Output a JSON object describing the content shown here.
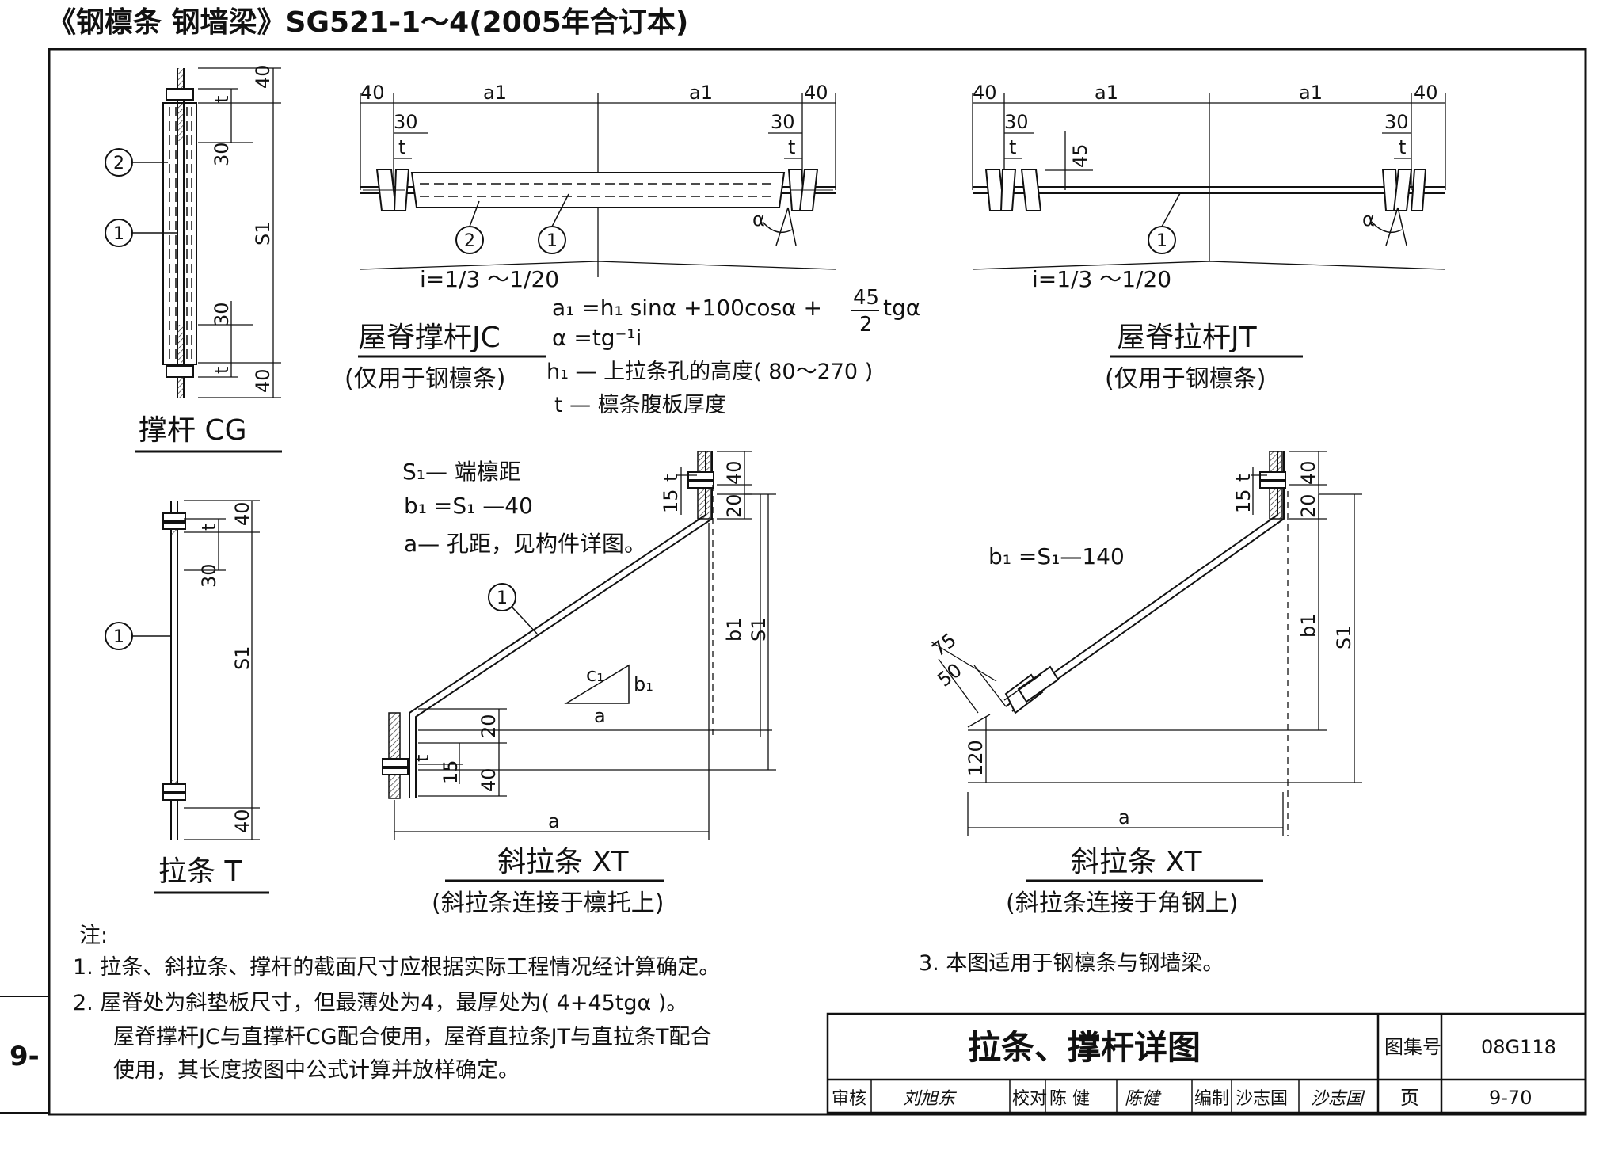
{
  "header": {
    "title": "《钢檩条  钢墙梁》SG521-1～4(2005年合订本)"
  },
  "side_tab": "9-",
  "common": {
    "dim_40": "40",
    "dim_30": "30",
    "dim_t": "t",
    "dim_20": "20",
    "dim_15": "15",
    "dim_s1": "S1",
    "dim_b1": "b1",
    "dim_a": "a",
    "dim_a1": "a1",
    "dim_alpha": "α",
    "mark_1": "1",
    "mark_2": "2"
  },
  "cg": {
    "title": "撑杆  CG"
  },
  "t_rod": {
    "title": "拉条  T"
  },
  "jc": {
    "slope": "i=1/3 ～1/20",
    "title": "屋脊撑杆JC",
    "subtitle": "(仅用于钢檩条)",
    "formula_a1": "a₁ =h₁ sinα +100cosα +",
    "formula_frac_num": "45",
    "formula_frac_den": "2",
    "formula_tg": "tgα",
    "formula_alpha": "α =tg⁻¹i",
    "formula_h1": "h₁ — 上拉条孔的高度( 80～270 )",
    "formula_t": "t  — 檩条腹板厚度"
  },
  "jt": {
    "dim_45": "45",
    "slope": "i=1/3 ～1/20",
    "title": "屋脊拉杆JT",
    "subtitle": "(仅用于钢檩条)"
  },
  "xt1": {
    "note_s1": "S₁— 端檩距",
    "note_b1": "b₁ =S₁ —40",
    "note_a": "a— 孔距，见构件详图。",
    "tri_c1": "c₁",
    "tri_b1": "b₁",
    "tri_a": "a",
    "title": "斜拉条  XT",
    "subtitle": "(斜拉条连接于檩托上)"
  },
  "xt2": {
    "note_b1": "b₁ =S₁—140",
    "dim_75": "75",
    "dim_50": "50",
    "dim_120": "120",
    "title": "斜拉条  XT",
    "subtitle": "(斜拉条连接于角钢上)"
  },
  "notes": {
    "label": "注:",
    "n1": "1. 拉条、斜拉条、撑杆的截面尺寸应根据实际工程情况经计算确定。",
    "n2": "2. 屋脊处为斜垫板尺寸，但最薄处为4，最厚处为( 4+45tgα )。",
    "n2b": "屋脊撑杆JC与直撑杆CG配合使用，屋脊直拉条JT与直拉条T配合",
    "n2c": "使用，其长度按图中公式计算并放样确定。",
    "n3": "3. 本图适用于钢檩条与钢墙梁。"
  },
  "titleblock": {
    "title": "拉条、撑杆详图",
    "atlas_label": "图集号",
    "atlas_no": "08G118",
    "page_label": "页",
    "page_no": "9-70",
    "review_label": "审核",
    "review_sig": "刘旭东",
    "check_label": "校对",
    "check_name": "陈  健",
    "check_sig": "陈健",
    "draw_label": "编制",
    "draw_name": "沙志国",
    "draw_sig": "沙志国"
  }
}
